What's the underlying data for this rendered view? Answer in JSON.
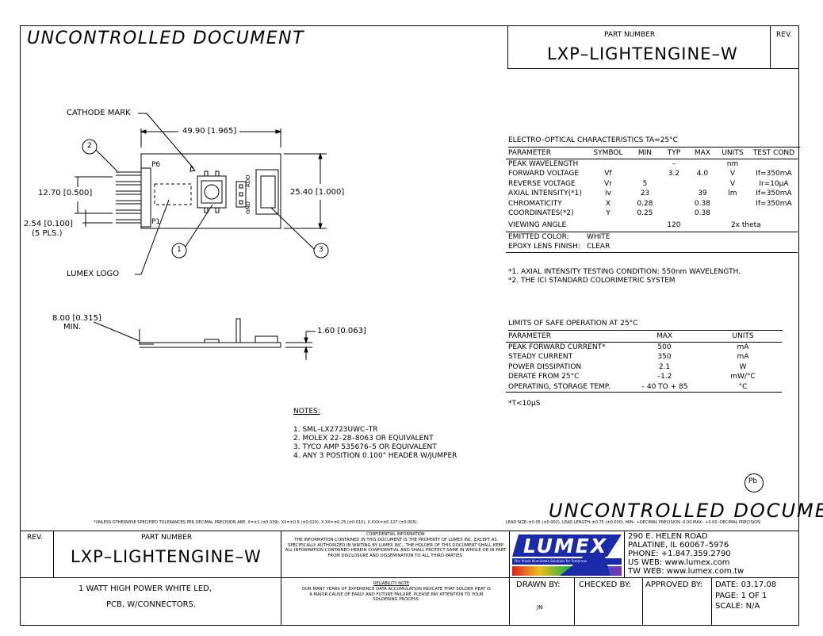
{
  "watermark_top": "UNCONTROLLED DOCUMENT",
  "watermark_bottom": "UNCONTROLLED DOCUMENT",
  "header": {
    "part_number_label": "PART NUMBER",
    "part_number": "LXP–LIGHTENGINE–W",
    "rev_label": "REV."
  },
  "drawing": {
    "cathode_mark": "CATHODE MARK",
    "width_dim": "49.90 [1.965]",
    "height_dim_left": "12.70 [0.500]",
    "height_dim_right": "25.40 [1.000]",
    "pitch_dim": "2.54 [0.100]",
    "pitch_count": "(5 PLS.)",
    "p6": "P6",
    "p1": "P1",
    "add_label": "ADD",
    "gnd_label": "GND",
    "lumex_logo": "LUMEX LOGO",
    "callout_1": "1",
    "callout_2": "2",
    "callout_3": "3",
    "side_dim": "8.00 [0.315]",
    "side_min": "MIN.",
    "thickness_dim": "1.60 [0.063]"
  },
  "eo": {
    "title": "ELECTRO–OPTICAL CHARACTERISTICS TA=25°C",
    "headers": [
      "PARAMETER",
      "SYMBOL",
      "MIN",
      "TYP",
      "MAX",
      "UNITS",
      "TEST COND"
    ],
    "rows": [
      [
        "PEAK WAVELENGTH",
        "",
        "",
        "–",
        "",
        "nm",
        ""
      ],
      [
        "FORWARD VOLTAGE",
        "Vf",
        "",
        "3.2",
        "4.0",
        "V",
        "If=350mA"
      ],
      [
        "REVERSE VOLTAGE",
        "Vr",
        "5",
        "",
        "",
        "V",
        "Ir=10μA"
      ],
      [
        "AXIAL INTENSITY(*1)",
        "Iv",
        "23",
        "",
        "39",
        "lm",
        "If=350mA"
      ],
      [
        "CHROMATICITY",
        "X",
        "0.28",
        "",
        "0.38",
        "",
        "If=350mA"
      ],
      [
        "COORDINATES(*2)",
        "Y",
        "0.25",
        "",
        "0.38",
        "",
        ""
      ],
      [
        "VIEWING ANGLE",
        "",
        "",
        "120",
        "",
        "2x theta",
        ""
      ]
    ],
    "emitted_label": "EMITTED COLOR:",
    "emitted_value": "WHITE",
    "epoxy_label": "EPOXY LENS FINISH:",
    "epoxy_value": "CLEAR",
    "note1": "*1. AXIAL INTENSITY TESTING CONDITION: 550nm WAVELENGTH.",
    "note2": "*2. THE ICI STANDARD COLORIMETRIC SYSTEM"
  },
  "limits": {
    "title": "LIMITS OF SAFE OPERATION AT 25°C",
    "headers": [
      "PARAMETER",
      "MAX",
      "UNITS"
    ],
    "rows": [
      [
        "PEAK FORWARD CURRENT*",
        "500",
        "mA"
      ],
      [
        "STEADY CURRENT",
        "350",
        "mA"
      ],
      [
        "POWER DISSIPATION",
        "2.1",
        "W"
      ],
      [
        "DERATE FROM 25°C",
        "–1.2",
        "mW/°C"
      ],
      [
        "OPERATING, STORAGE TEMP.",
        "– 40 TO + 85",
        "°C"
      ]
    ],
    "footnote": "*T<10μS"
  },
  "notes": {
    "title": "NOTES:",
    "items": [
      "1. SML–LX2723UWC–TR",
      "2. MOLEX 22–28–8063 OR EQUIVALENT",
      "3. TYCO AMP 535676–5 OR EQUIVALENT",
      "4. ANY 3 POSITION 0.100\" HEADER W/JUMPER"
    ]
  },
  "pb_mark": "Pb",
  "tolerance_text": "*UNLESS OTHERWISE SPECIFIED TOLERANCES PER DECIMAL PRECISION ARE. X=±1 (±0.039), XX=±0.5 (±0.020), X.XX=±0.25 (±0.010), X.XXX=±0.127 (±0.005).",
  "lead_text": "LEAD SIZE–±0.05 (±0.002), LEAD LENGTH–±0.75 (±0.030). MIN– +DECIMAL PRECISION -0.00   MAX– +0.00 -DECIMAL PRECISION",
  "title_block": {
    "rev_label": "REV.",
    "part_number_label": "PART NUMBER",
    "part_number": "LXP–LIGHTENGINE–W",
    "desc_line1": "1 WATT HIGH POWER WHITE LED,",
    "desc_line2": "PCB, W/CONNECTORS.",
    "confidential_title": "CONFIDENTIAL INFORMATION",
    "confidential_text": "THE INFORMATION CONTAINED IN THIS DOCUMENT IS THE PROPERTY OF LUMEX INC. EXCEPT AS SPECIFICALLY AUTHORIZED IN WRITING BY LUMEX INC., THE HOLDER OF THIS DOCUMENT SHALL KEEP ALL INFORMATION CONTAINED HEREIN CONFIDENTIAL AND SHALL PROTECT SAME IN WHOLE OR IN PART FROM DISCLOSURE AND DISSEMINATION TO ALL THIRD PARTIES.",
    "reliability_title": "RELIABILITY NOTE",
    "reliability_text": "OUR MANY YEARS OF EXPERIENCE DATA ACCUMULATION INDICATE THAT SOLDER HEAT IS A MAJOR CAUSE OF EARLY AND FUTURE FAILURE. PLEASE PAY ATTENTION TO YOUR SOLDERING PROCESS.",
    "logo_text": "LUMEX",
    "logo_tagline": "Our Vision Illuminates Solutions for Tomorrow",
    "address1": "290 E. HELEN ROAD",
    "address2": "PALATINE, IL  60067–5976",
    "phone": "PHONE: +1.847.359.2790",
    "us_web": "US WEB: www.lumex.com",
    "tw_web": "TW WEB: www.lumex.com.tw",
    "drawn_by_label": "DRAWN BY:",
    "drawn_by_value": "JN",
    "checked_by_label": "CHECKED BY:",
    "approved_by_label": "APPROVED BY:",
    "date": "DATE:  03.17.08",
    "page": "PAGE:   1 OF 1",
    "scale": "SCALE:   N/A"
  },
  "colors": {
    "logo_blue": "#1a2aa8",
    "ink": "#000000"
  }
}
